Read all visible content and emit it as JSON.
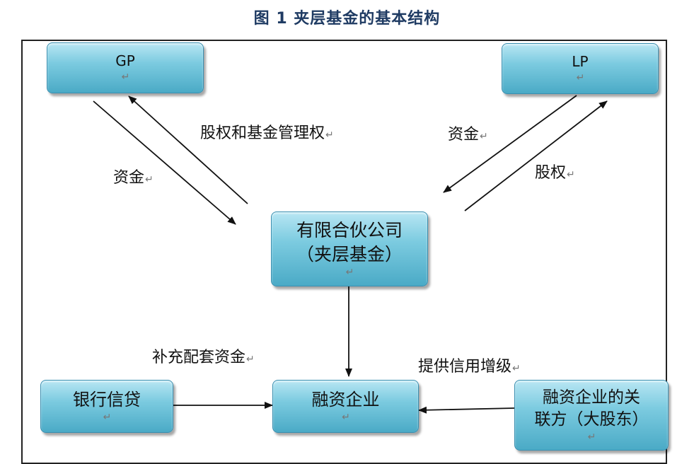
{
  "title": "图 1  夹层基金的基本结构",
  "nodes": {
    "gp": "GP",
    "lp": "LP",
    "partnership_line1": "有限合伙公司",
    "partnership_line2": "（夹层基金）",
    "bank_credit": "银行信贷",
    "financing_company": "融资企业",
    "related_party_line1": "融资企业的关",
    "related_party_line2": "联方（大股东）"
  },
  "edge_labels": {
    "gp_rights": "股权和基金管理权",
    "gp_funds": "资金",
    "lp_funds": "资金",
    "lp_equity": "股权",
    "supplementary_funds": "补充配套资金",
    "credit_enhancement": "提供信用增级"
  }
}
